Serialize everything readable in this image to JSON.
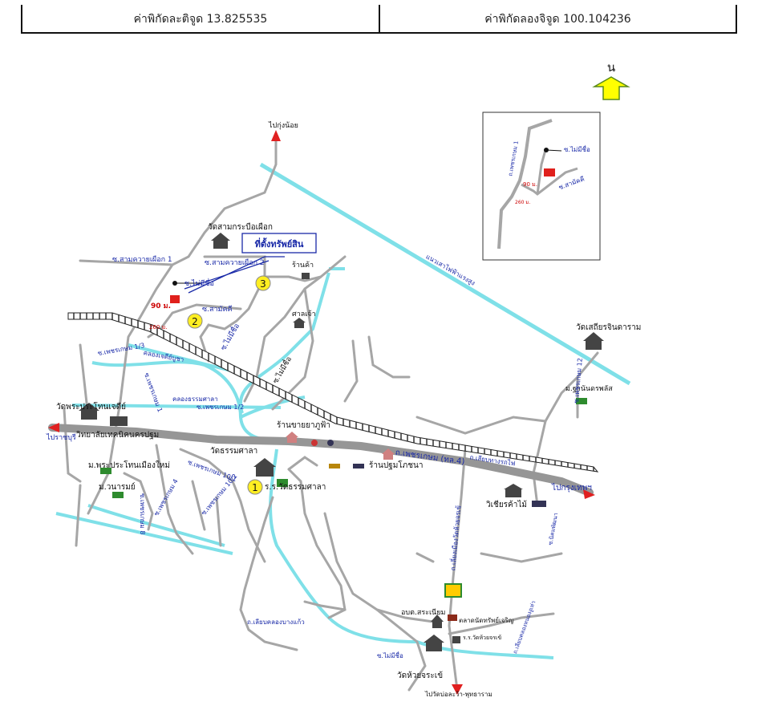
{
  "header": {
    "latitude_label": "ค่าพิกัดละติจูด 13.825535",
    "longitude_label": "ค่าพิกัดลองจิจูด 100.104236"
  },
  "compass": {
    "label": "น"
  },
  "colors": {
    "road": "#a6a6a6",
    "canal": "#7fe0e8",
    "highway": "#969696",
    "label_blue": "#1a2aa8",
    "marker_yellow": "#ffee22",
    "plot_red": "#e0201c"
  },
  "map": {
    "to_nakhon_pathom": "ไปราชบุรี",
    "to_bangkok": "ไปกรุงเทพฯ",
    "to_north": "ไปกุ่งน้อย",
    "to_south": "ไปวัดบ่อละว้า-พุทธาราม",
    "wat_sam_krabue": "วัดสามกระบือเผือก",
    "property_box": "ที่ตั้งทรัพย์สิน",
    "soi_sam_khwai_1": "ซ.สามควายเผือก 1",
    "soi_sam_khwai_2": "ซ.สามควายเผือก 2",
    "soi_mai_si_ue": "ซ.ไม่มีชื่อ",
    "soi_sam_makkhi": "ซ.สามัคคี",
    "soi_mai_si_ue_2": "ซ.ไม่มีชื่อ",
    "soi_mai_si_ue_3": "ซ.ไม่มีชื่อ",
    "dim_90": "90 ม.",
    "dim_260": "260 ม.",
    "shop": "ร้านค้า",
    "shrine": "ศาลเจ้า",
    "wat_sathian": "วัดเสถียรจินดาราม",
    "high_voltage": "แนวเสาไฟฟ้าแรงสูง",
    "moo_ban_fasai": "ม.ฐานันดรพลัส",
    "wat_phra_prathon": "วัดพระประโทนเจดีย์",
    "college": "วิทยาลัยเทคนิคนครปฐม",
    "ban_phuta": "ร้านขายยาภูฟ้า",
    "wat_thammasala": "วัดธรรมศาลา",
    "school_thammasala": "ร.ร.วัดธรรมศาลา",
    "ban_pathom": "ร้านปฐมโภชนา",
    "highway_4": "ถ.เพชรเกษม (ทล.4)",
    "railway_road": "ถ.เลียบทางรถไฟ",
    "canal_label": "คลองเจดีย์บูชา",
    "canal_label_2": "คลองธรรมศาลา",
    "wisut_wood": "วิเชียรค้าไม้",
    "moo_prathon": "ม.พระประโทนเมืองใหม่",
    "moo_wanarom": "ม.วนารมย์",
    "phetkasem_soi_10_1": "ซ.เพชรเกษม 10/1",
    "phetkasem_soi_10_2": "ซ.เพชรเกษม 10/2",
    "phetkasem_soi_1_2": "ซ.เพชรเกษม 1/2",
    "phetkasem_soi_1": "ซ.เพชรเกษม 1",
    "phetkasem_soi_1_3": "ซ.เพชรเกษม 1/3",
    "phetkasem_soi_8": "ซ.เพชรเกษม 8",
    "phetkasem_soi_4": "ซ.เพชรเกษม 4",
    "road_kamphaeng": "ถ.เลียบคลองบางแก้ว",
    "road_huai_chorakhe": "ถ.เลี่ยงเมืองวัดห้วยจรเข้",
    "amphoe": "อบต.สระเนียม",
    "market": "ตลาดนัดทรัพย์เจริญ",
    "school_huai": "ร.ร.วัดห้วยจรเข้",
    "wat_huai": "วัดห้วยจระเข้",
    "soi_mai_si_ue_4": "ซ.ไม่มีชื่อ",
    "phetkasem_soi_12": "ซ.เพชรเกษม 12",
    "road_khlong": "ถ.เลียบคลองหนองงูเห่า",
    "road_soi_right": "ซ.นิคมพัฒนา"
  },
  "markers": [
    "1",
    "2",
    "3"
  ],
  "inset": {
    "soi_mai_si_ue": "ซ.ไม่มีชื่อ",
    "soi_sam_makkhi": "ซ.สามัคคี",
    "dim_90": "90 ม.",
    "dim_260": "260 ม.",
    "phetkasem": "ถ.เพชรเกษม 1"
  }
}
